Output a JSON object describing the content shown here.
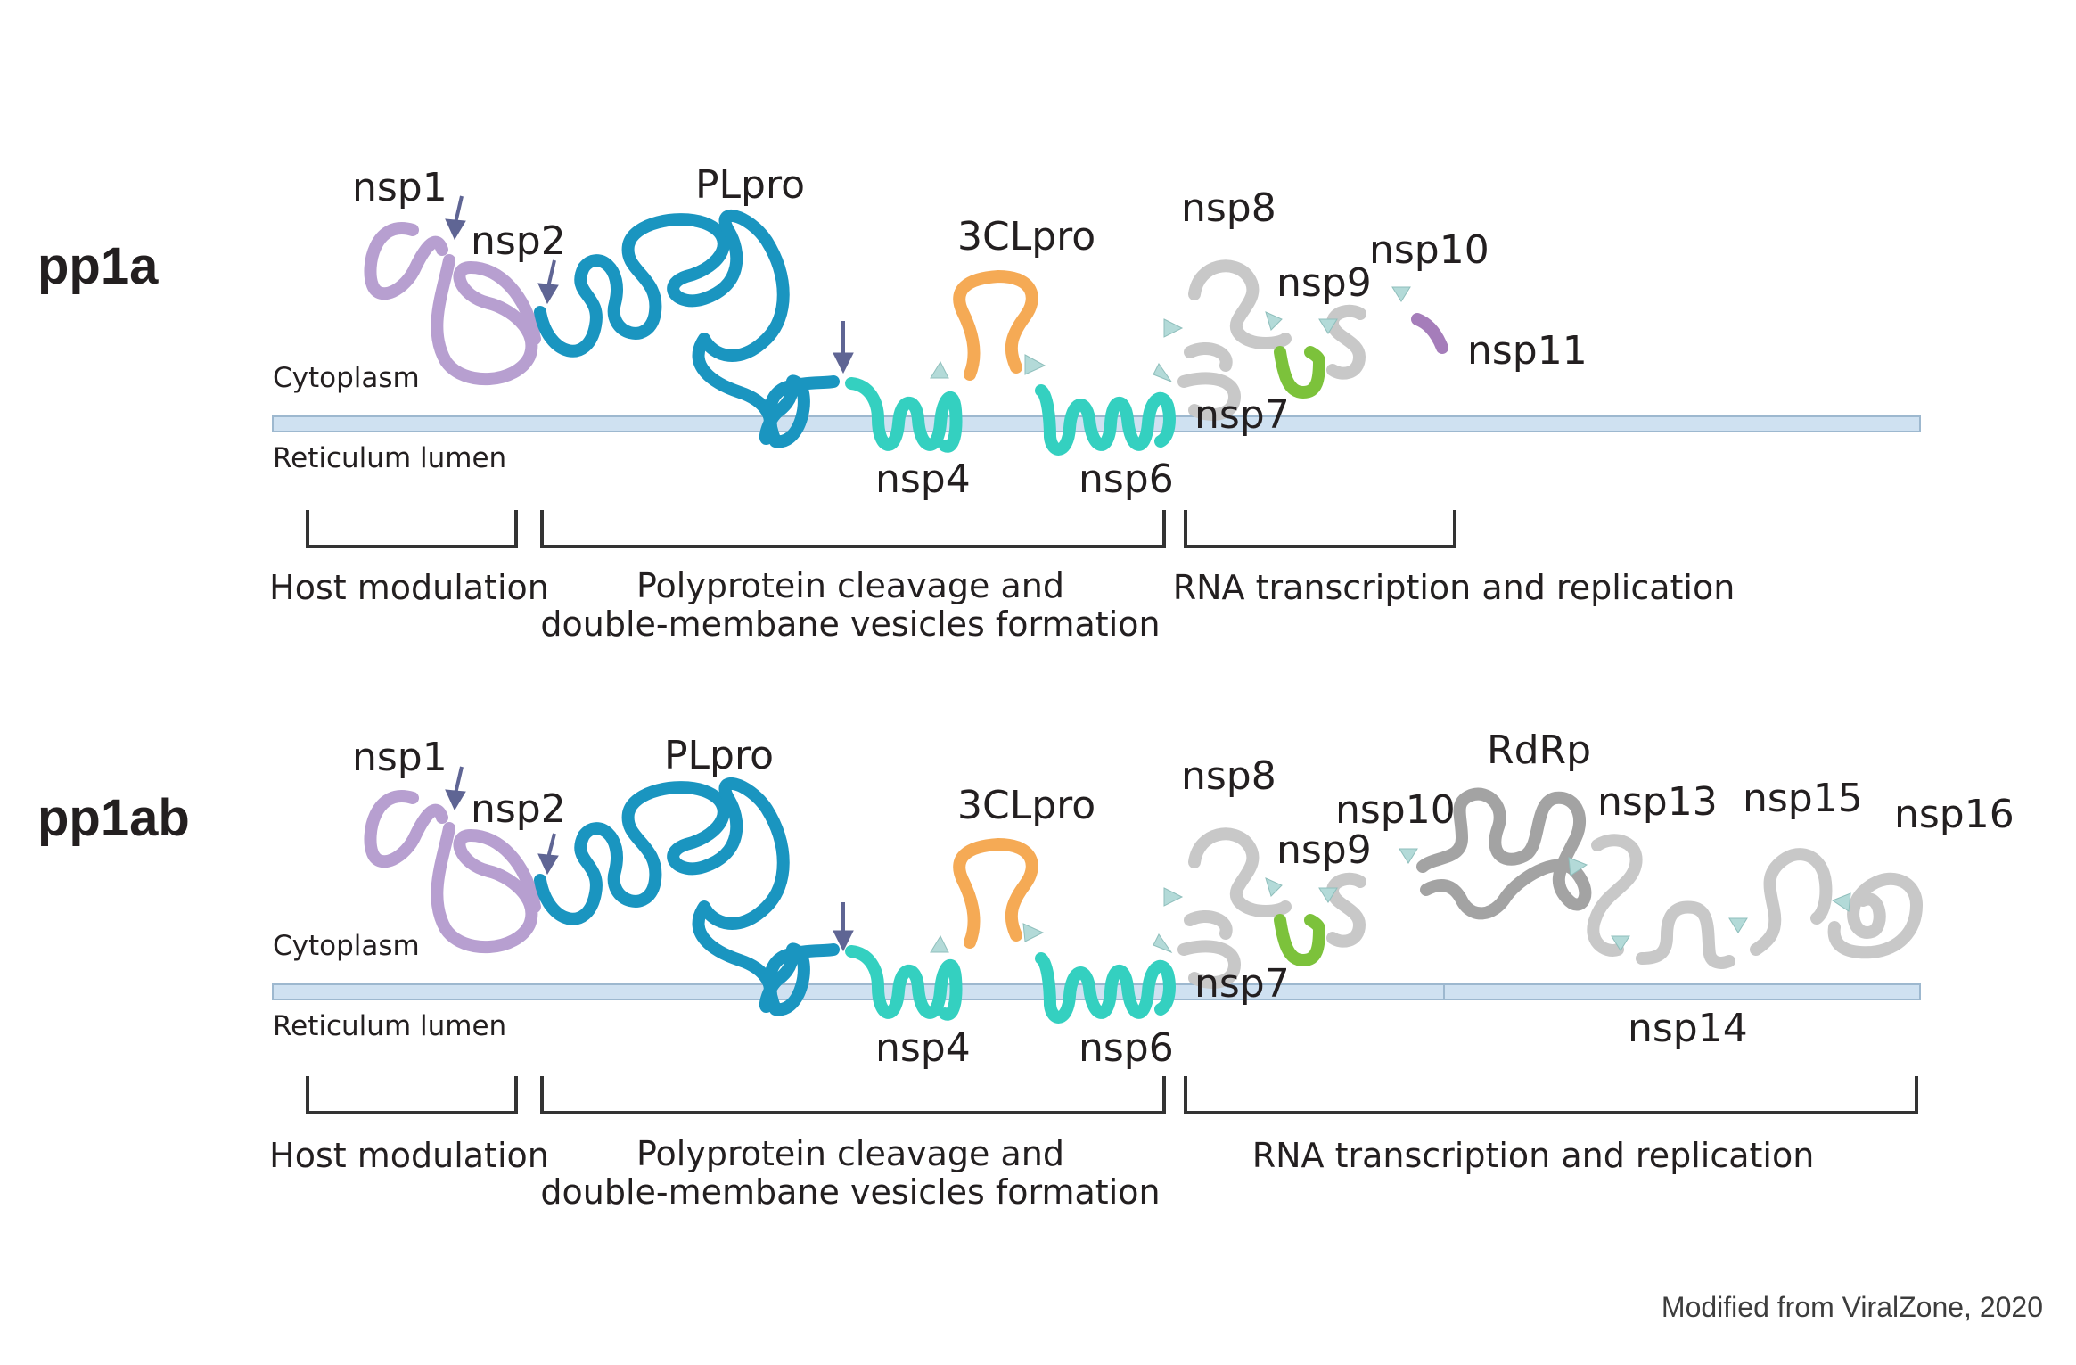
{
  "panels": [
    {
      "title": "pp1a",
      "cytoplasm": "Cytoplasm",
      "lumen": "Reticulum lumen",
      "proteins": {
        "nsp1": "nsp1",
        "nsp2": "nsp2",
        "plpro": "PLpro",
        "clpro": "3CLpro",
        "nsp4": "nsp4",
        "nsp6": "nsp6",
        "nsp7": "nsp7",
        "nsp8": "nsp8",
        "nsp9": "nsp9",
        "nsp10": "nsp10",
        "nsp11": "nsp11"
      },
      "groups": {
        "host": "Host modulation",
        "cleavage_line1": "Polyprotein cleavage and",
        "cleavage_line2": "double-membane vesicles formation",
        "rna": "RNA transcription and replication"
      }
    },
    {
      "title": "pp1ab",
      "cytoplasm": "Cytoplasm",
      "lumen": "Reticulum lumen",
      "proteins": {
        "nsp1": "nsp1",
        "nsp2": "nsp2",
        "plpro": "PLpro",
        "clpro": "3CLpro",
        "nsp4": "nsp4",
        "nsp6": "nsp6",
        "nsp7": "nsp7",
        "nsp8": "nsp8",
        "nsp9": "nsp9",
        "nsp10": "nsp10",
        "rdrp": "RdRp",
        "nsp13": "nsp13",
        "nsp14": "nsp14",
        "nsp15": "nsp15",
        "nsp16": "nsp16"
      },
      "groups": {
        "host": "Host modulation",
        "cleavage_line1": "Polyprotein cleavage and",
        "cleavage_line2": "double-membane vesicles formation",
        "rna": "RNA transcription and replication"
      }
    }
  ],
  "credit": "Modified from ViralZone, 2020",
  "colors": {
    "nsp1_nsp2": "#b79fd0",
    "plpro": "#1a95c0",
    "clpro": "#f5aa55",
    "nsp4_nsp6": "#34d0c0",
    "nsp9": "#7cc23b",
    "nsp11": "#a57dba",
    "grey": "#c8c8c8",
    "rdrp": "#a3a3a3",
    "membrane": "#cfe1f1",
    "membrane_border": "#9db8cf",
    "arrow": "#5f6594",
    "cleavage_triangle": "#b3dad8"
  }
}
